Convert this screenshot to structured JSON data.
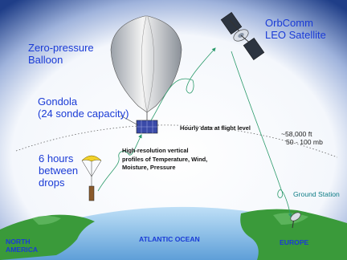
{
  "labels": {
    "balloon": [
      "Zero-pressure",
      "Balloon"
    ],
    "gondola": [
      "Gondola",
      "(24 sonde capacity)"
    ],
    "drops": [
      "6 hours",
      "between",
      "drops"
    ],
    "satellite": [
      "OrbComm",
      "LEO Satellite"
    ],
    "hourly_data": "Hourly data at flight level",
    "altitude": [
      "~58,000 ft",
      "50 - 100 mb"
    ],
    "profiles": [
      "High-resolution vertical",
      "profiles of Temperature, Wind,",
      "Moisture, Pressure"
    ],
    "ground_station": "Ground Station",
    "north_america": [
      "NORTH",
      "AMERICA"
    ],
    "atlantic": "ATLANTIC OCEAN",
    "europe": "EUROPE"
  },
  "colors": {
    "label_blue": "#1a3bd6",
    "link_green": "#2a9a6a",
    "ocean": "#7ab8e8",
    "land": "#3a9a3a",
    "sky_edge": "#1f3e88"
  }
}
